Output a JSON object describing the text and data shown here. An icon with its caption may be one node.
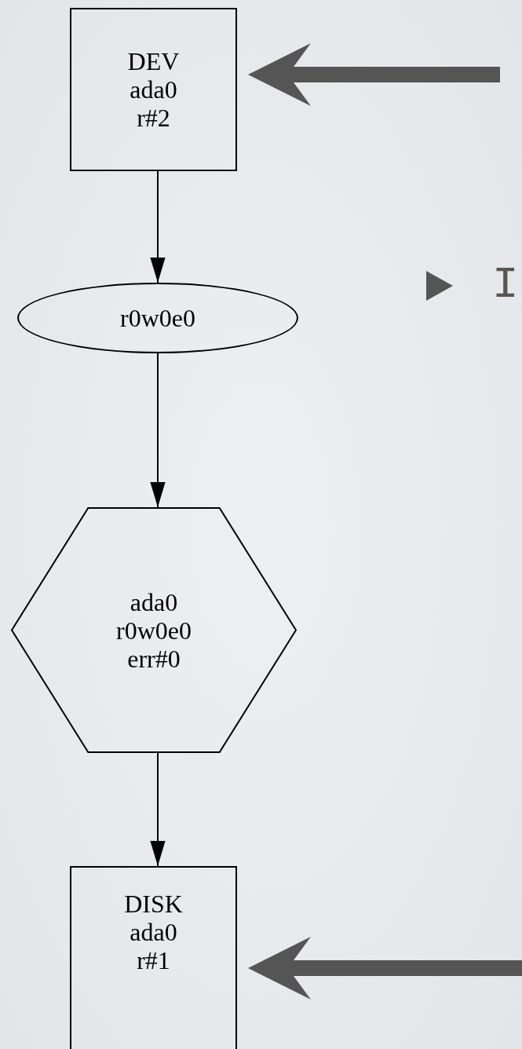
{
  "diagram": {
    "nodes": [
      {
        "text": [
          "DEV",
          "ada0",
          "r#2"
        ]
      },
      {
        "text": [
          "r0w0e0"
        ]
      },
      {
        "text": [
          "ada0",
          "r0w0e0",
          "err#0"
        ]
      },
      {
        "text": [
          "DISK",
          "ada0",
          "r#1"
        ]
      }
    ],
    "edges": [
      {
        "from": 0,
        "to": 1,
        "arrow": "to"
      },
      {
        "from": 1,
        "to": 2,
        "arrow": "to"
      },
      {
        "from": 2,
        "to": 3,
        "arrow": "to"
      },
      {
        "from": null,
        "to": 0,
        "arrow": "to",
        "style": "thick",
        "color": "#555555"
      },
      {
        "from": null,
        "to": 3,
        "arrow": "to",
        "style": "thick",
        "color": "#555555"
      }
    ],
    "labels": [
      "I"
    ]
  }
}
